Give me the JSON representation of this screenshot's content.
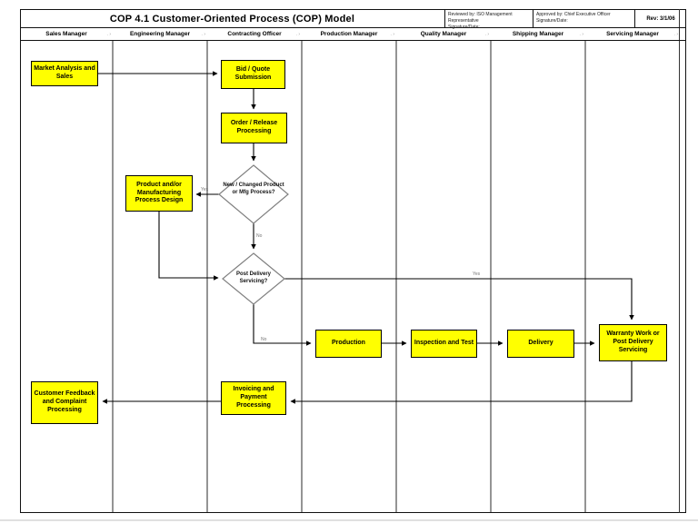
{
  "title_bar": {
    "title": "COP 4.1  Customer-Oriented Process (COP) Model",
    "reviewed_by": "Reviewed by:  ISO Management Representative",
    "reviewed_signature": "Signature/Date:",
    "approved_by": "Approved by:  Chief Executive Officer",
    "approved_signature": "Signature/Date:",
    "revision": "Rev:  3/1/06"
  },
  "lanes": [
    {
      "label": "Sales Manager"
    },
    {
      "label": "Engineering Manager"
    },
    {
      "label": "Contracting Officer"
    },
    {
      "label": "Production Manager"
    },
    {
      "label": "Quality Manager"
    },
    {
      "label": "Shipping Manager"
    },
    {
      "label": "Servicing Manager"
    }
  ],
  "lane_header_mark": ".  ›",
  "nodes": {
    "market_analysis": {
      "label": "Market Analysis and Sales"
    },
    "bid_quote": {
      "label": "Bid / Quote Submission"
    },
    "order_release": {
      "label": "Order / Release Processing"
    },
    "product_design": {
      "label": "Product and/or Manufacturing Process Design"
    },
    "production": {
      "label": "Production"
    },
    "inspection_test": {
      "label": "Inspection and Test"
    },
    "delivery": {
      "label": "Delivery"
    },
    "warranty": {
      "label": "Warranty Work or Post Delivery Servicing"
    },
    "customer_feedback": {
      "label": "Customer Feedback and Complaint Processing"
    },
    "invoicing": {
      "label": "Invoicing and Payment Processing"
    }
  },
  "decisions": {
    "new_changed": {
      "label": "New / Changed Product or Mfg Process?"
    },
    "post_delivery": {
      "label": "Post Delivery Servicing?"
    }
  },
  "edge_labels": {
    "d1_yes": "Yes",
    "d1_no": "No",
    "d2_yes": "Yes",
    "d2_no": "No"
  },
  "edges": [
    {
      "from": "market_analysis",
      "to": "bid_quote"
    },
    {
      "from": "bid_quote",
      "to": "order_release"
    },
    {
      "from": "order_release",
      "to": "new_changed"
    },
    {
      "from": "new_changed",
      "to": "product_design",
      "label": "Yes"
    },
    {
      "from": "new_changed",
      "to": "post_delivery",
      "label": "No"
    },
    {
      "from": "product_design",
      "to": "post_delivery"
    },
    {
      "from": "post_delivery",
      "to": "warranty",
      "label": "Yes"
    },
    {
      "from": "post_delivery",
      "to": "production",
      "label": "No"
    },
    {
      "from": "production",
      "to": "inspection_test"
    },
    {
      "from": "inspection_test",
      "to": "delivery"
    },
    {
      "from": "delivery",
      "to": "warranty"
    },
    {
      "from": "warranty",
      "to": "invoicing"
    },
    {
      "from": "invoicing",
      "to": "customer_feedback"
    }
  ],
  "colors": {
    "process_fill": "#ffff00",
    "process_border": "#000000",
    "lane_line": "#4d4d4d",
    "decision_border": "#808080",
    "connector": "#000000"
  }
}
